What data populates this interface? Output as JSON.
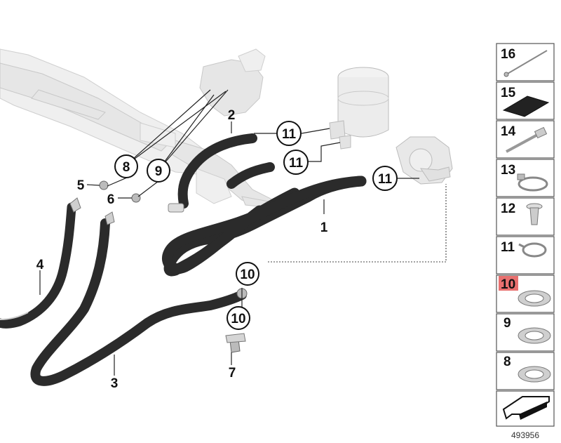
{
  "callouts": {
    "c1": "1",
    "c2": "2",
    "c3": "3",
    "c4": "4",
    "c5": "5",
    "c6": "6",
    "c7": "7",
    "c8": "8",
    "c9": "9",
    "c10a": "10",
    "c10b": "10",
    "c11a": "11",
    "c11b": "11",
    "c11c": "11"
  },
  "parts_panel": {
    "items": [
      {
        "number": "16",
        "icon": "cable-tie-icon"
      },
      {
        "number": "15",
        "icon": "pad-icon"
      },
      {
        "number": "14",
        "icon": "strap-clip-icon"
      },
      {
        "number": "13",
        "icon": "hose-clamp-icon"
      },
      {
        "number": "12",
        "icon": "push-rivet-icon"
      },
      {
        "number": "11",
        "icon": "hose-clip-icon"
      },
      {
        "number": "10",
        "icon": "seal-ring-icon",
        "highlighted": true
      },
      {
        "number": "9",
        "icon": "seal-ring-icon"
      },
      {
        "number": "8",
        "icon": "seal-ring-icon"
      }
    ],
    "footer_icon": "arrow-icon"
  },
  "document_number": "493956",
  "colors": {
    "highlight": "#e8706f",
    "hose": "#2b2b2b"
  }
}
